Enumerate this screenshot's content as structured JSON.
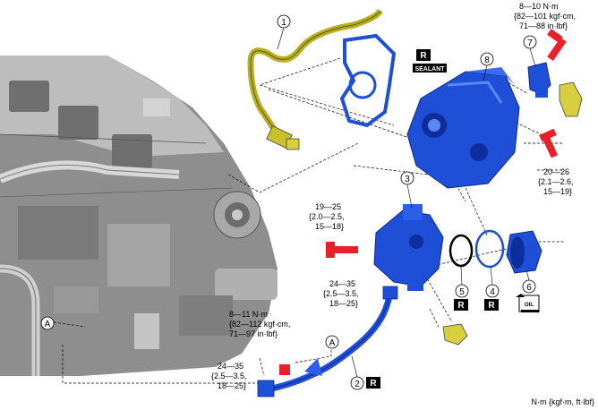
{
  "callouts": {
    "c1": "1",
    "c2": "2",
    "c3": "3",
    "c4": "4",
    "c5": "5",
    "c6": "6",
    "c7": "7",
    "c8": "8",
    "a": "A"
  },
  "torque": {
    "t_top_1": "8—10 N·m",
    "t_top_2": "{82—101 kgf·cm,",
    "t_top_3": "71—88 in·lbf}",
    "t_right_1": "20—26",
    "t_right_2": "{2.1—2.6,",
    "t_right_3": "15—19}",
    "t_left_1": "19—25",
    "t_left_2": "{2.0—2.5,",
    "t_left_3": "15—18}",
    "t_mid_1": "24—35",
    "t_mid_2": "{2.5—3.5,",
    "t_mid_3": "18—25}",
    "t_bl_1": "8—11 N·m",
    "t_bl_2": "{82—112 kgf·cm,",
    "t_bl_3": "71—97 in·lbf}",
    "t_bot_1": "24—35",
    "t_bot_2": "{2.5—3.5,",
    "t_bot_3": "18—25}"
  },
  "replace_mark": "R",
  "sealant_label": "SEALANT",
  "oil_label": "OIL",
  "units_note": "N·m {kgf·m, ft·lbf}",
  "colors": {
    "part_blue": "#1f4fd6",
    "bolt_red": "#e8202a",
    "hose_yellow": "#b8b020",
    "engine_gray": "#9a9a9a"
  }
}
